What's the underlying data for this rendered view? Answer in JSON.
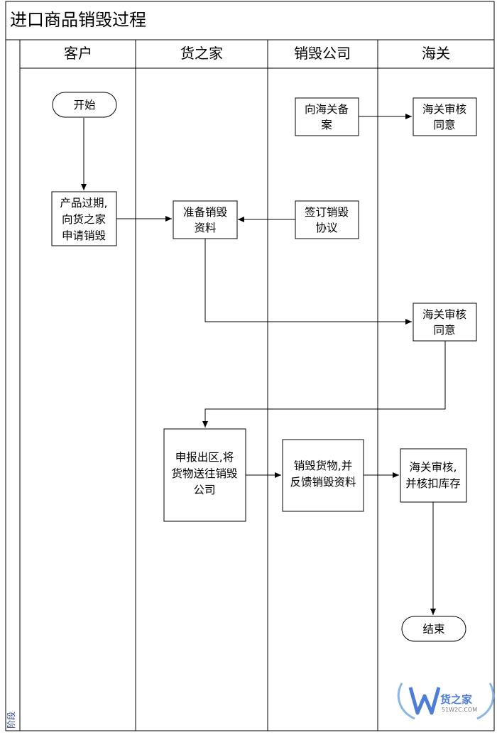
{
  "title": "进口商品销毁过程",
  "stage_label": "阶段",
  "lanes": [
    {
      "id": "customer",
      "label": "客户"
    },
    {
      "id": "huozhijia",
      "label": "货之家"
    },
    {
      "id": "destroyer",
      "label": "销毁公司"
    },
    {
      "id": "customs",
      "label": "海关"
    }
  ],
  "nodes": [
    {
      "id": "start",
      "lines": [
        "开始"
      ]
    },
    {
      "id": "apply",
      "lines": [
        "产品过期,",
        "向货之家",
        "申请销毁"
      ]
    },
    {
      "id": "prepare",
      "lines": [
        "准备销毁",
        "资料"
      ]
    },
    {
      "id": "filing",
      "lines": [
        "向海关备",
        "案"
      ]
    },
    {
      "id": "approve1",
      "lines": [
        "海关审核",
        "同意"
      ]
    },
    {
      "id": "agreement",
      "lines": [
        "签订销毁",
        "协议"
      ]
    },
    {
      "id": "approve2",
      "lines": [
        "海关审核",
        "同意"
      ]
    },
    {
      "id": "declare",
      "lines": [
        "申报出区,将",
        "货物送往销毁",
        "公司"
      ]
    },
    {
      "id": "destroy",
      "lines": [
        "销毁货物,并",
        "反馈销毁资料"
      ]
    },
    {
      "id": "approve3",
      "lines": [
        "海关审核,",
        "并核扣库存"
      ]
    },
    {
      "id": "end",
      "lines": [
        "结束"
      ]
    }
  ],
  "edges": [
    {
      "from": "start",
      "to": "apply"
    },
    {
      "from": "apply",
      "to": "prepare"
    },
    {
      "from": "filing",
      "to": "approve1"
    },
    {
      "from": "agreement",
      "to": "prepare"
    },
    {
      "from": "prepare",
      "to": "approve2"
    },
    {
      "from": "approve2",
      "to": "declare"
    },
    {
      "from": "declare",
      "to": "destroy"
    },
    {
      "from": "destroy",
      "to": "approve3"
    },
    {
      "from": "approve3",
      "to": "end"
    }
  ],
  "watermark": {
    "brand": "货之家",
    "domain": "51W2C.COM",
    "accent": "#3b6fd1"
  },
  "colors": {
    "line": "#000000",
    "stage_text": "#2f3f8f",
    "box_fill": "#ffffff"
  }
}
